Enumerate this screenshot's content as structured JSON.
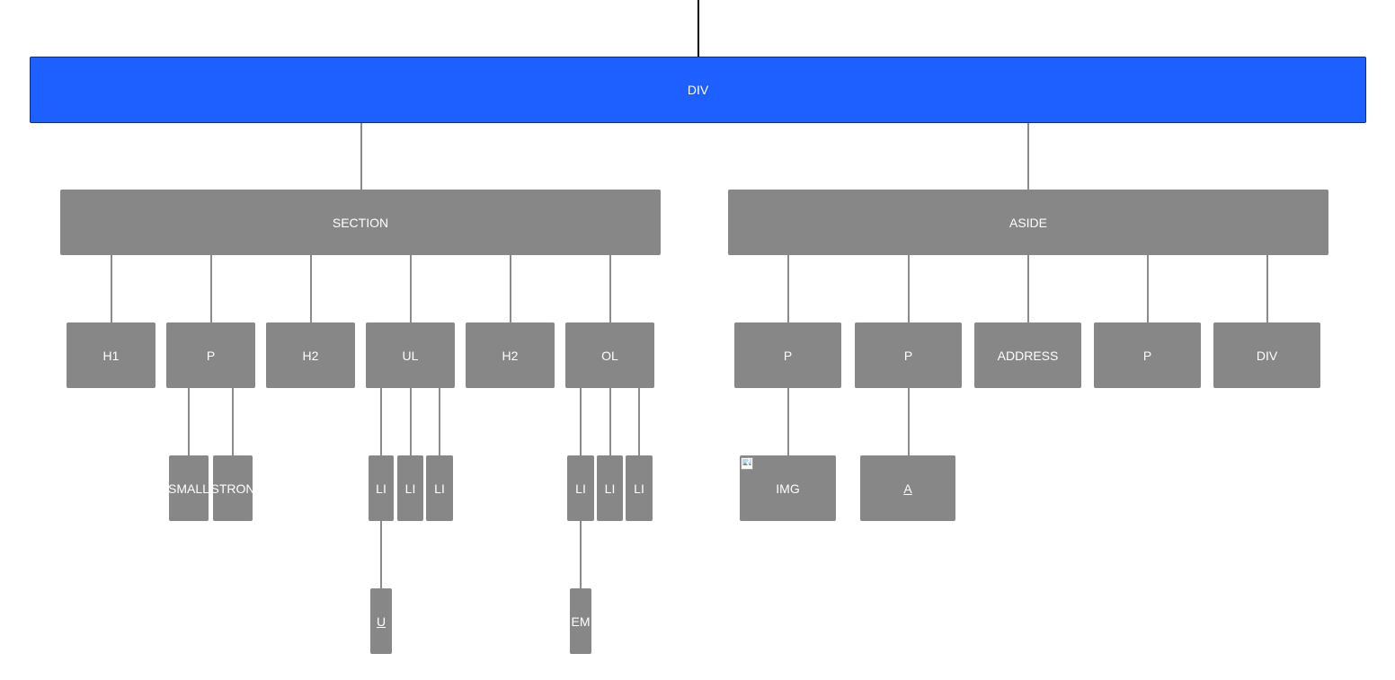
{
  "tree": {
    "root": {
      "label": "DIV",
      "selected": true
    },
    "section": {
      "label": "SECTION",
      "children": [
        {
          "label": "H1"
        },
        {
          "label": "P",
          "children": [
            {
              "label": "SMALL"
            },
            {
              "label": "STRON"
            }
          ]
        },
        {
          "label": "H2"
        },
        {
          "label": "UL",
          "children": [
            {
              "label": "LI",
              "child": "U"
            },
            {
              "label": "LI"
            },
            {
              "label": "LI"
            }
          ]
        },
        {
          "label": "H2"
        },
        {
          "label": "OL",
          "children": [
            {
              "label": "LI",
              "child": "EM"
            },
            {
              "label": "LI"
            },
            {
              "label": "LI"
            }
          ]
        }
      ]
    },
    "aside": {
      "label": "ASIDE",
      "children": [
        {
          "label": "P",
          "child": "IMG"
        },
        {
          "label": "P",
          "child": "A"
        },
        {
          "label": "ADDRESS"
        },
        {
          "label": "P"
        },
        {
          "label": "DIV"
        }
      ]
    }
  },
  "colors": {
    "selected_node": "#1d5fff",
    "node": "#878787",
    "connector": "#8b8b8b",
    "root_connector": "#000000"
  },
  "icons": {
    "broken_image": "broken-image-icon"
  }
}
